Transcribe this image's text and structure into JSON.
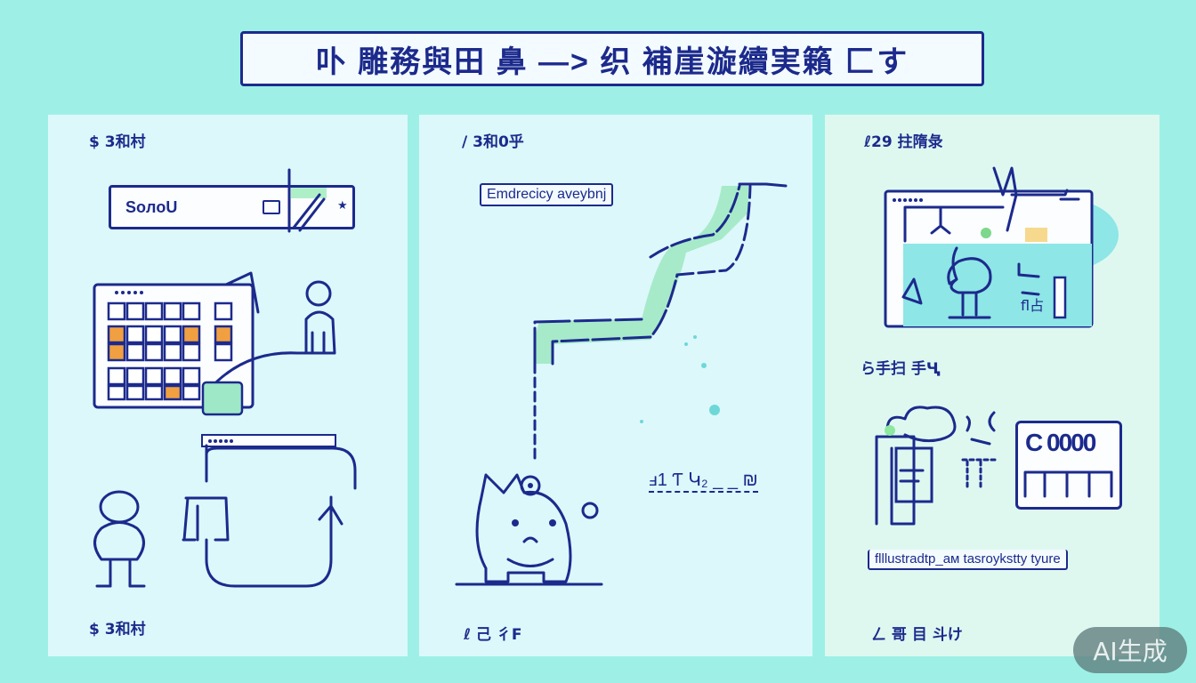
{
  "title": "卟 雕務與田 鼻 —> 织 補崖漩續実籟 匚す",
  "colors": {
    "background": "#9ef0e6",
    "panel_left": "#dcf8fb",
    "panel_mid": "#dcf8fb",
    "panel_right": "#def8f0",
    "ink": "#1c2a8c",
    "accent_green": "#8ee8b0",
    "accent_orange": "#f0a040",
    "accent_cyan": "#7ee0e8"
  },
  "panels": [
    {
      "id": "left",
      "top_label": "$ 3和村",
      "search_box_text": "SoлoU",
      "bottom_label": "$ 3和村"
    },
    {
      "id": "mid",
      "top_label": "/ 3和0乎",
      "boxed_label": "Emdrecicy aveybnj",
      "scribble_text": "ⅎ1 Ƭ Կ₂ _ _ ₪",
      "bottom_label": "ℓ 己 彳F"
    },
    {
      "id": "right",
      "top_label": "ℓ29 拄隋彔",
      "mid_label": "ら手扫 手Ҷ",
      "monitor_text": "C 0000",
      "caption": "flllustradtp_aм tasroykstty tyure",
      "bottom_label": "ㄥ 哥 目 斗け"
    }
  ],
  "badge": {
    "text": "AI生成"
  }
}
